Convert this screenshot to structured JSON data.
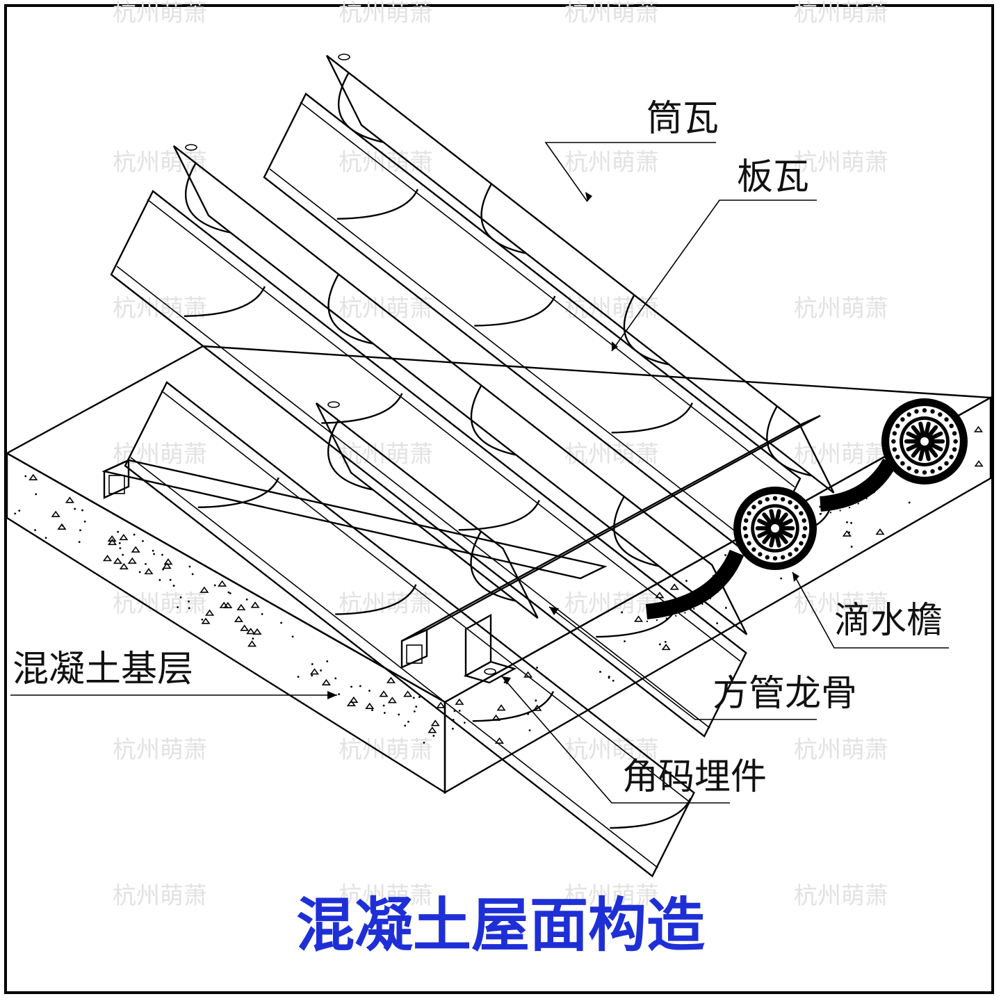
{
  "title": "混凝土屋面构造",
  "labels": {
    "tongwa": "筒瓦",
    "banwa": "板瓦",
    "dishuiyan": "滴水檐",
    "fangguan": "方管龙骨",
    "jiaoma": "角码埋件",
    "hunningtu": "混凝土基层"
  },
  "watermark": "杭州萌萧",
  "colors": {
    "title": "#1f2fd6",
    "line": "#000000",
    "watermark": "#e2e2e2"
  }
}
